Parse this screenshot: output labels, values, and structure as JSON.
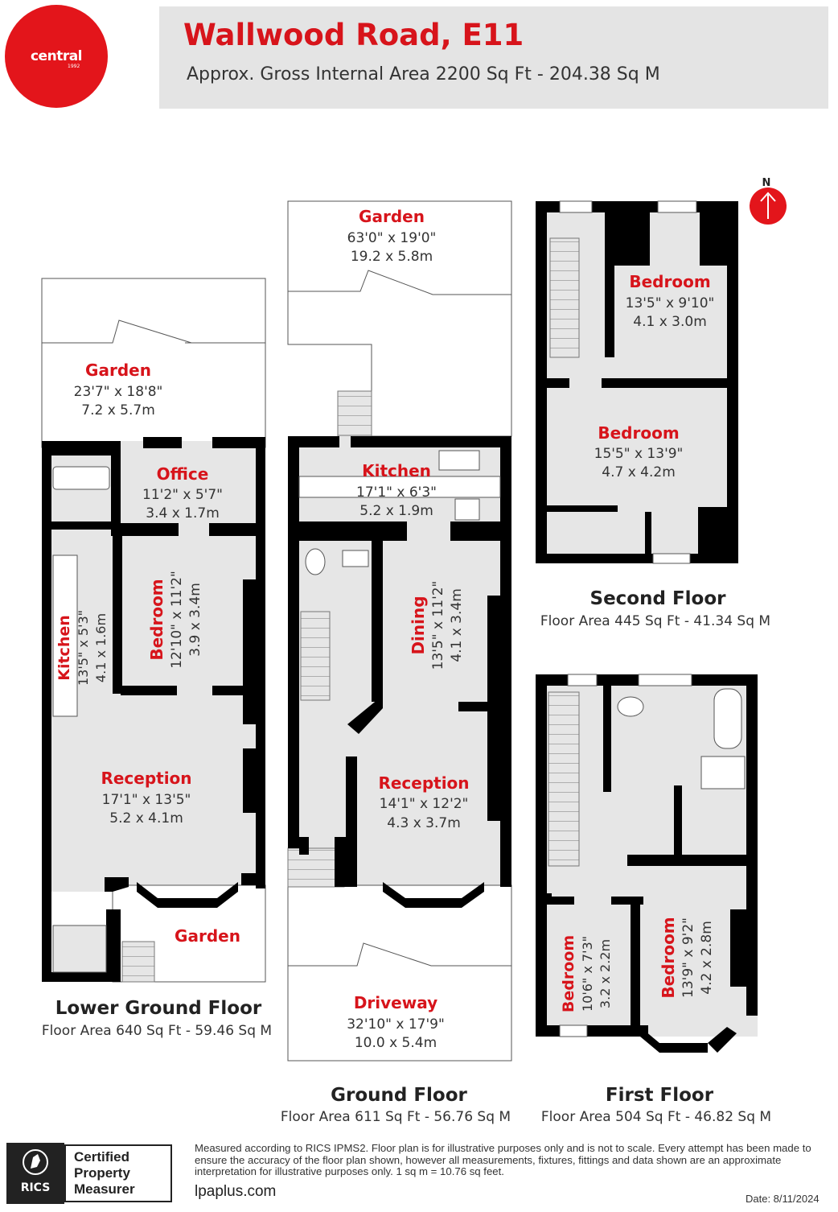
{
  "header": {
    "brand_logo_text": "central",
    "brand_logo_year": "1992",
    "title": "Wallwood Road, E11",
    "subtitle": "Approx. Gross Internal Area 2200 Sq Ft - 204.38 Sq M"
  },
  "compass": {
    "label": "N"
  },
  "floors": {
    "lower_ground": {
      "name": "Lower Ground Floor",
      "area": "Floor Area 640 Sq Ft - 59.46 Sq M",
      "rooms": {
        "garden_top": {
          "name": "Garden",
          "dim_imperial": "23'7\" x 18'8\"",
          "dim_metric": "7.2 x 5.7m"
        },
        "office": {
          "name": "Office",
          "dim_imperial": "11'2\" x 5'7\"",
          "dim_metric": "3.4 x 1.7m"
        },
        "kitchen": {
          "name": "Kitchen",
          "dim_imperial": "13'5\" x 5'3\"",
          "dim_metric": "4.1 x 1.6m"
        },
        "bedroom": {
          "name": "Bedroom",
          "dim_imperial": "12'10\" x 11'2\"",
          "dim_metric": "3.9 x 3.4m"
        },
        "reception": {
          "name": "Reception",
          "dim_imperial": "17'1\" x 13'5\"",
          "dim_metric": "5.2 x 4.1m"
        },
        "garden_front": {
          "name": "Garden"
        }
      }
    },
    "ground": {
      "name": "Ground Floor",
      "area": "Floor Area 611 Sq Ft - 56.76 Sq M",
      "rooms": {
        "garden": {
          "name": "Garden",
          "dim_imperial": "63'0\" x 19'0\"",
          "dim_metric": "19.2 x 5.8m"
        },
        "kitchen": {
          "name": "Kitchen",
          "dim_imperial": "17'1\" x 6'3\"",
          "dim_metric": "5.2 x 1.9m"
        },
        "dining": {
          "name": "Dining",
          "dim_imperial": "13'5\" x 11'2\"",
          "dim_metric": "4.1 x 3.4m"
        },
        "reception": {
          "name": "Reception",
          "dim_imperial": "14'1\" x 12'2\"",
          "dim_metric": "4.3 x 3.7m"
        },
        "driveway": {
          "name": "Driveway",
          "dim_imperial": "32'10\" x 17'9\"",
          "dim_metric": "10.0 x 5.4m"
        }
      }
    },
    "second": {
      "name": "Second Floor",
      "area": "Floor Area 445 Sq Ft - 41.34 Sq M",
      "rooms": {
        "bedroom_a": {
          "name": "Bedroom",
          "dim_imperial": "13'5\" x 9'10\"",
          "dim_metric": "4.1 x 3.0m"
        },
        "bedroom_b": {
          "name": "Bedroom",
          "dim_imperial": "15'5\" x 13'9\"",
          "dim_metric": "4.7 x 4.2m"
        }
      }
    },
    "first": {
      "name": "First Floor",
      "area": "Floor Area 504 Sq Ft - 46.82 Sq M",
      "rooms": {
        "bedroom_small": {
          "name": "Bedroom",
          "dim_imperial": "10'6\" x 7'3\"",
          "dim_metric": "3.2 x 2.2m"
        },
        "bedroom_large": {
          "name": "Bedroom",
          "dim_imperial": "13'9\" x 9'2\"",
          "dim_metric": "4.2 x 2.8m"
        }
      }
    }
  },
  "footer": {
    "rics_label": "RICS",
    "cert_line1": "Certified",
    "cert_line2": "Property",
    "cert_line3": "Measurer",
    "disclaimer": "Measured according to RICS IPMS2. Floor plan is for illustrative purposes only and is not to scale. Every attempt has been made to ensure the accuracy of the floor plan shown, however all measurements, fixtures, fittings and data shown are an approximate interpretation for illustrative purposes only. 1 sq m = 10.76 sq feet.",
    "website": "lpaplus.com",
    "date": "Date: 8/11/2024"
  },
  "colors": {
    "accent_red": "#d7141b",
    "wall": "#000000",
    "floor_fill": "#e6e6e6",
    "header_band": "#e4e4e4"
  }
}
